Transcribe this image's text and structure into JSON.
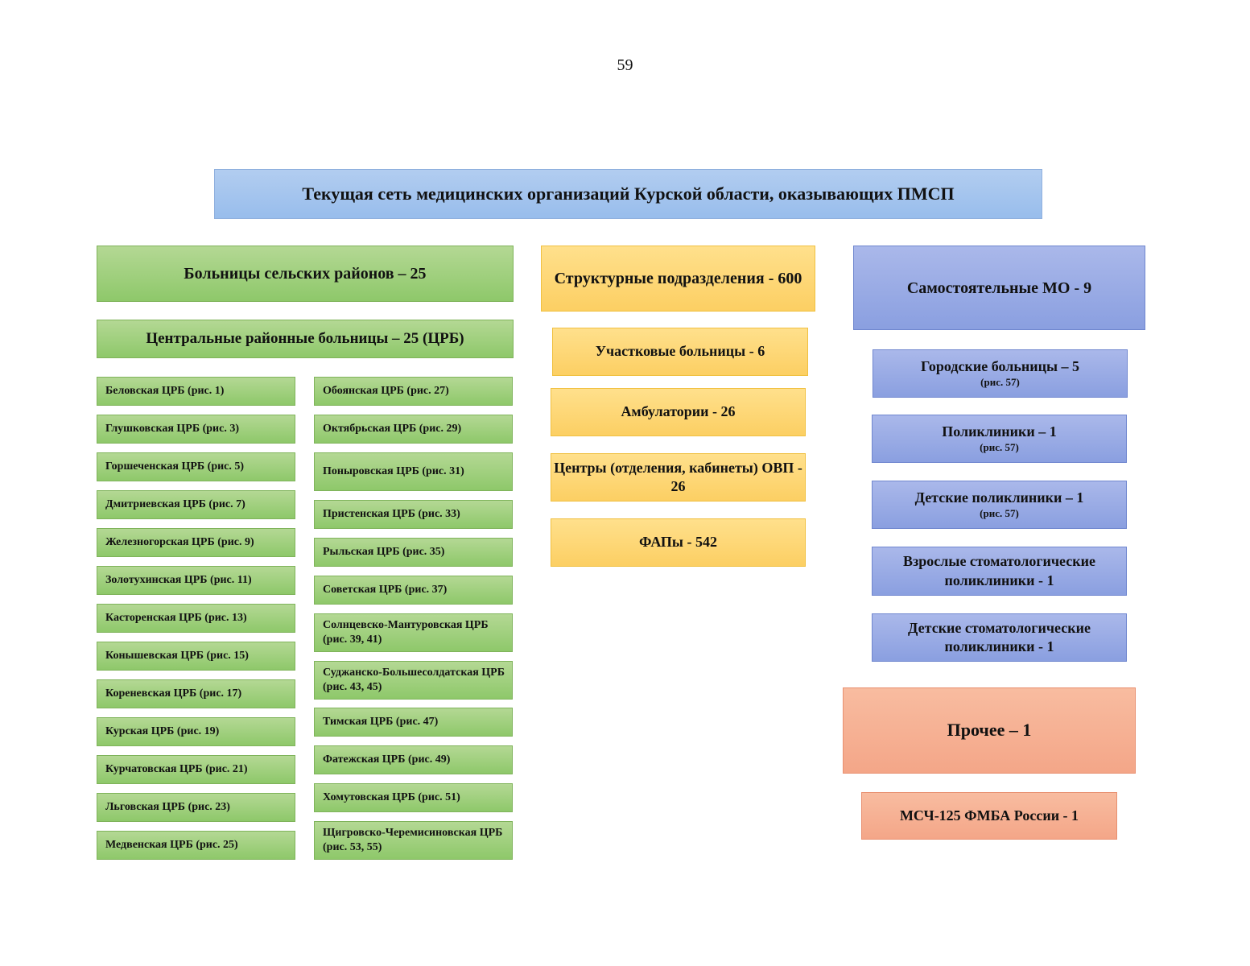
{
  "page_number": "59",
  "title": "Текущая сеть медицинских организаций Курской области, оказывающих ПМСП",
  "colors": {
    "green": "#8ec86a",
    "yellow": "#fccf63",
    "blue": "#8a9fe0",
    "salmon": "#f4a688",
    "title": "#98bdec"
  },
  "rural": {
    "header": "Больницы сельских районов – 25",
    "crb_header": "Центральные районные больницы – 25 (ЦРБ)",
    "col1": [
      "Беловская ЦРБ (рис. 1)",
      "Глушковская ЦРБ (рис. 3)",
      "Горшеченская ЦРБ (рис. 5)",
      "Дмитриевская ЦРБ (рис. 7)",
      "Железногорская ЦРБ (рис. 9)",
      "Золотухинская ЦРБ (рис. 11)",
      "Касторенская ЦРБ (рис. 13)",
      "Конышевская ЦРБ (рис. 15)",
      "Кореневская ЦРБ (рис. 17)",
      "Курская ЦРБ (рис. 19)",
      "Курчатовская ЦРБ (рис. 21)",
      "Льговская ЦРБ (рис. 23)",
      "Медвенская ЦРБ (рис. 25)"
    ],
    "col2": [
      "Обоянская ЦРБ (рис. 27)",
      "Октябрьская ЦРБ (рис. 29)",
      "Поныровская ЦРБ (рис. 31)",
      "Пристенская ЦРБ (рис. 33)",
      "Рыльская ЦРБ (рис. 35)",
      "Советская ЦРБ (рис. 37)",
      "Солнцевско-Мантуровская ЦРБ (рис. 39, 41)",
      "Суджанско-Большесолдатская ЦРБ (рис. 43, 45)",
      "Тимская ЦРБ (рис. 47)",
      "Фатежская ЦРБ (рис. 49)",
      "Хомутовская ЦРБ (рис. 51)",
      "Щигровско-Черемисиновская ЦРБ (рис. 53, 55)"
    ]
  },
  "structural": {
    "header": "Структурные подразделения - 600",
    "items": [
      "Участковые больницы - 6",
      "Амбулатории - 26",
      "Центры (отделения, кабинеты) ОВП - 26",
      "ФАПы - 542"
    ]
  },
  "independent": {
    "header": "Самостоятельные МО - 9",
    "items": [
      {
        "label": "Городские больницы – 5",
        "sub": "(рис. 57)"
      },
      {
        "label": "Поликлиники – 1",
        "sub": "(рис. 57)"
      },
      {
        "label": "Детские поликлиники – 1",
        "sub": "(рис. 57)"
      },
      {
        "label": "Взрослые стоматологические поликлиники - 1",
        "sub": ""
      },
      {
        "label": "Детские стоматологические поликлиники - 1",
        "sub": ""
      }
    ]
  },
  "other": {
    "header": "Прочее – 1",
    "items": [
      "МСЧ-125 ФМБА России - 1"
    ]
  }
}
